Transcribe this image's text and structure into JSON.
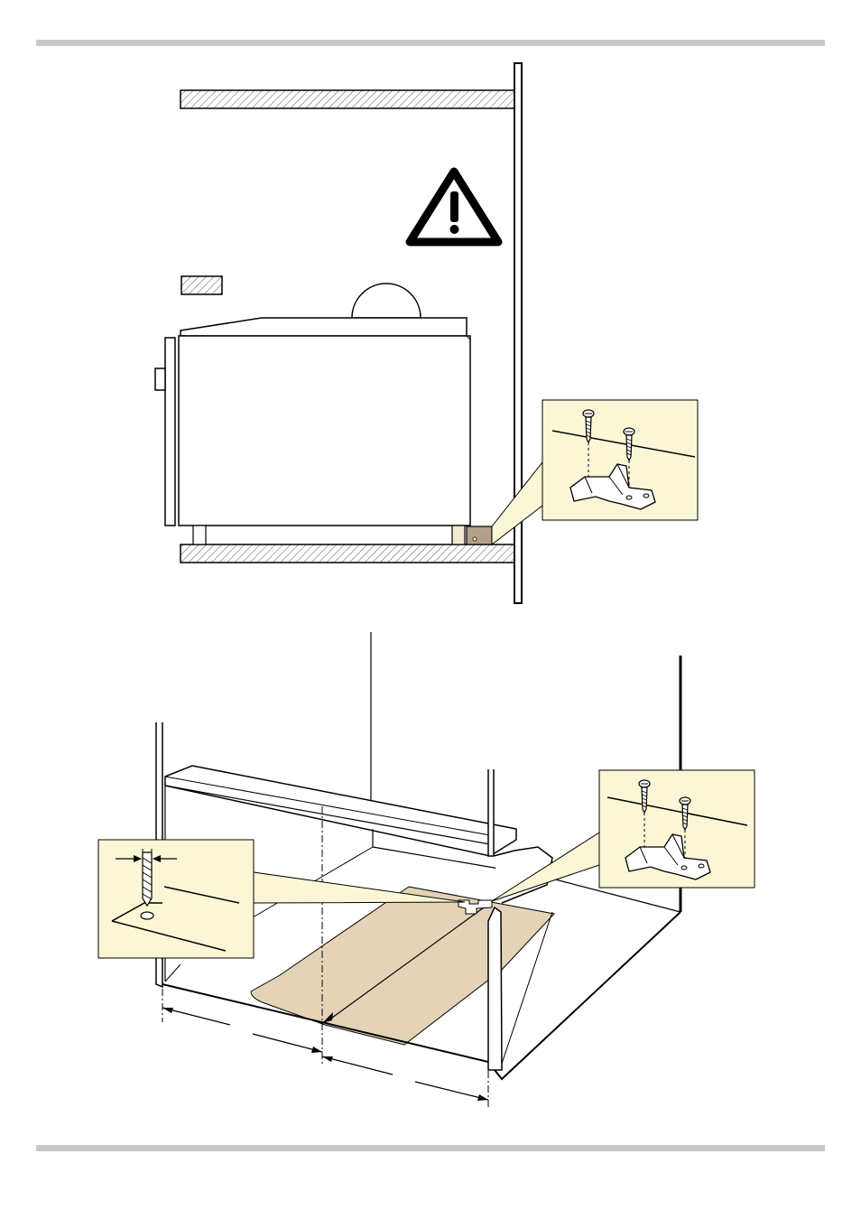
{
  "page": {
    "header_rule": "",
    "footer_rule": ""
  },
  "figure_top": {
    "warning_icon": "warning-triangle-icon",
    "detail_inset": "bracket-and-screws"
  },
  "figure_bottom": {
    "drill_inset": "drill-bit-with-width-arrows",
    "bracket_inset": "bracket-and-screws",
    "template_sheet": "paper-template"
  },
  "colors": {
    "inset_fill": "#fbf7d6",
    "template_fill": "#e4d3b6",
    "bracket_fill": "#b4a088",
    "hatch": "#555555",
    "rule": "#c8c8c8"
  }
}
